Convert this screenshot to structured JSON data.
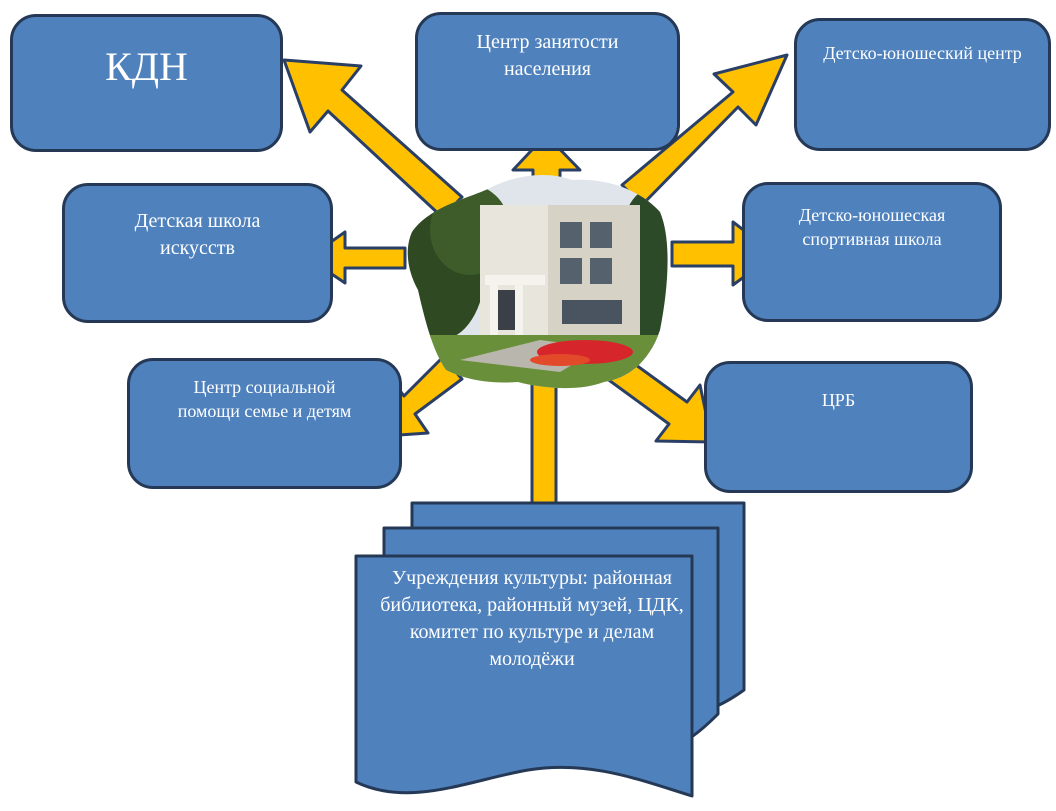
{
  "colors": {
    "box_fill": "#4f81bd",
    "box_border": "#253956",
    "arrow_fill": "#ffc000",
    "arrow_outline": "#2a3f66",
    "text": "#ffffff"
  },
  "center_image": {
    "icon": "school-building-photo"
  },
  "nodes": {
    "kdn": "КДН",
    "employment_center": "Центр  занятости населения",
    "youth_center": "Детско-юношеский центр",
    "art_school": "Детская школа искусств",
    "sports_school": "Детско-юношеская спортивная школа",
    "social_center": "Центр социальной помощи семье и детям",
    "crb": "ЦРБ",
    "culture": "Учреждения  культуры: районная библиотека, районный музей, ЦДК, комитет по культуре и делам молодёжи"
  }
}
